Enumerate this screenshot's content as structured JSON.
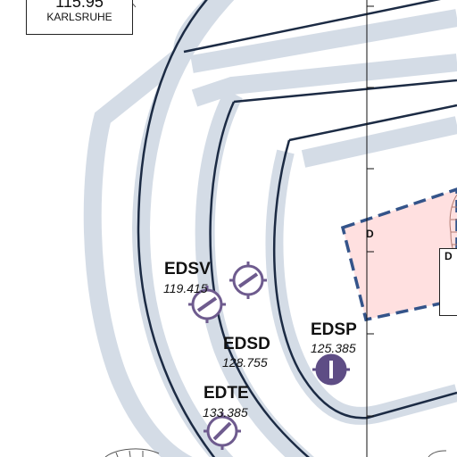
{
  "vor": {
    "frequency": "115.95",
    "name": "KARLSRUHE"
  },
  "airfields": [
    {
      "ident": "EDSV",
      "frequency": "119.415",
      "filled": false
    },
    {
      "ident": "EDSD",
      "frequency": "128.755",
      "filled": false
    },
    {
      "ident": "EDTE",
      "frequency": "133.385",
      "filled": false
    },
    {
      "ident": "EDSP",
      "frequency": "125.385",
      "filled": true
    }
  ],
  "restricted_area": {
    "class_letter": "D",
    "side_box_letter": "D"
  },
  "colors": {
    "airspace_band": "#d4dce6",
    "airspace_line": "#1c2b44",
    "airfield_symbol": "#6e5b8e",
    "airfield_filled": "#5e4d85",
    "restricted_fill": "#ffe0e0",
    "restricted_border": "#34548a",
    "compass_rose": "#b07a70"
  }
}
